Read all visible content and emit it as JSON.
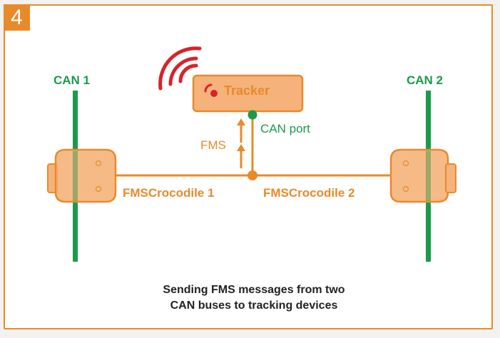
{
  "step_number": "4",
  "buses": {
    "left_label": "CAN 1",
    "right_label": "CAN 2"
  },
  "tracker": {
    "label": "Tracker",
    "port_label": "CAN port"
  },
  "flow": {
    "label": "FMS"
  },
  "crocodiles": {
    "left_label": "FMSCrocodile 1",
    "right_label": "FMSCrocodile 2"
  },
  "caption": {
    "line1": "Sending FMS messages from two",
    "line2": "CAN buses to tracking devices"
  },
  "colors": {
    "accent_orange": "#e98a2a",
    "device_fill": "#f5b27a",
    "can_green": "#1a9a4a",
    "signal_red": "#d8222a",
    "text_dark": "#222222"
  }
}
